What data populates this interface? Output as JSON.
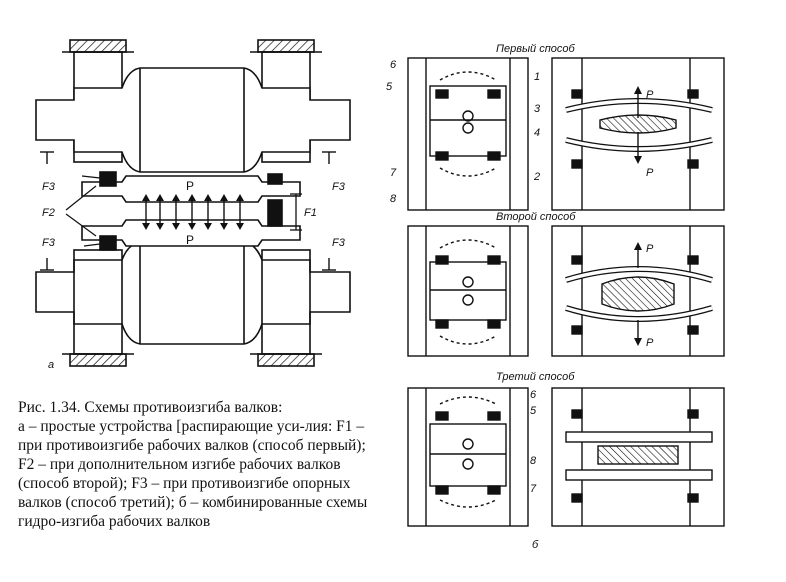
{
  "figure": {
    "panel_a_label": "а",
    "panel_b_label": "б",
    "left_labels": {
      "f3_top_left": "F3",
      "f3_top_right": "F3",
      "f2": "F2",
      "f1": "F1",
      "f3_bottom_left": "F3",
      "f3_bottom_right": "F3",
      "p_top": "P",
      "p_bottom": "P"
    },
    "methods": {
      "first": "Первый способ",
      "second": "Второй способ",
      "third": "Третий способ"
    },
    "callouts_first": [
      "6",
      "5",
      "7",
      "8",
      "1",
      "3",
      "4",
      "2"
    ],
    "callouts_third": [
      "6",
      "5",
      "8",
      "7"
    ],
    "force_labels": [
      "P",
      "P",
      "P",
      "P"
    ]
  },
  "caption": {
    "title": "Рис. 1.34. Схемы противоизгиба валков:",
    "body": "а – простые устройства [распирающие уси-лия: F1 – при противоизгибе рабочих валков (способ первый); F2 – при дополнительном изгибе рабочих валков (способ второй); F3 – при противоизгибе опорных валков (способ третий); б – комбинированные схемы гидро-изгиба рабочих валков"
  }
}
